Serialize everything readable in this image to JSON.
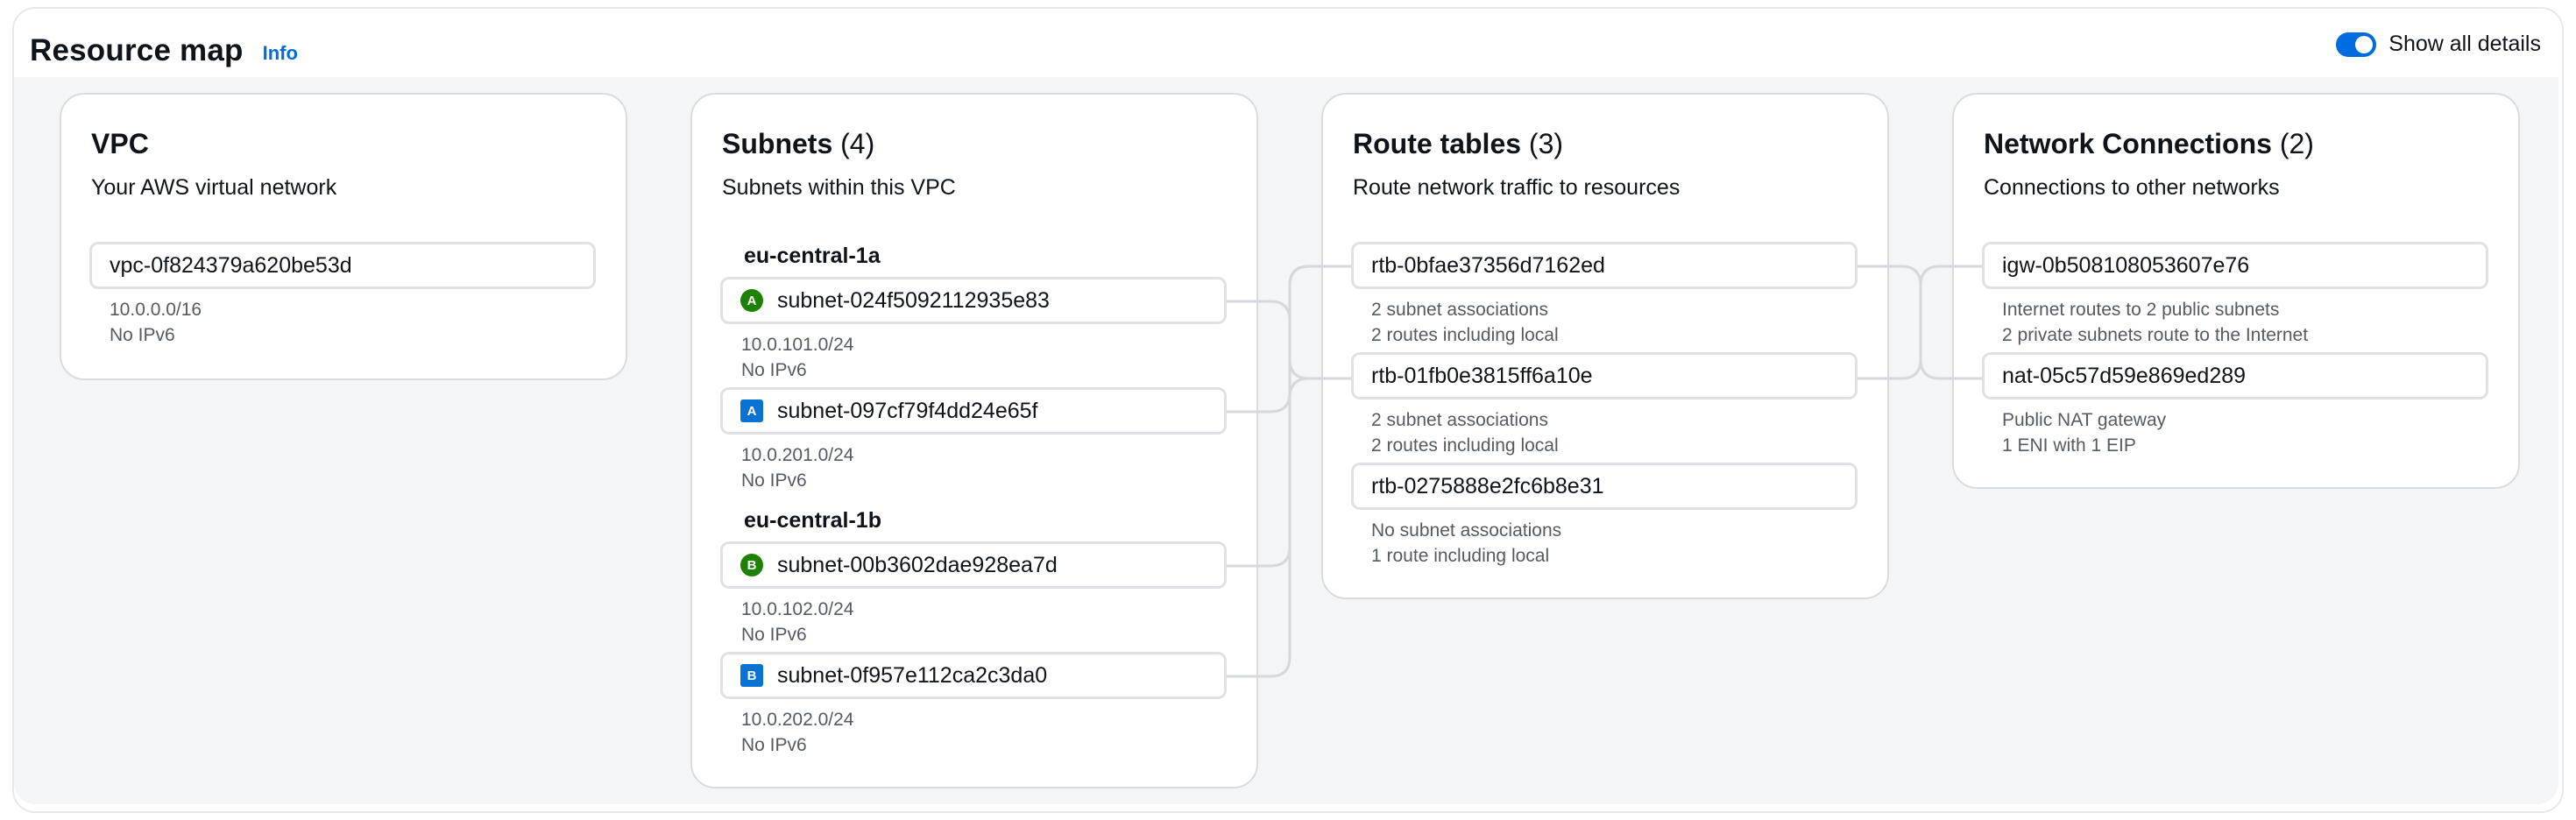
{
  "header": {
    "title": "Resource map",
    "info_link": "Info",
    "toggle_label": "Show all details",
    "toggle_on": true
  },
  "vpc": {
    "title": "VPC",
    "subtitle": "Your AWS virtual network",
    "id": "vpc-0f824379a620be53d",
    "cidr": "10.0.0.0/16",
    "ipv6": "No IPv6"
  },
  "subnets": {
    "title": "Subnets",
    "count": "(4)",
    "subtitle": "Subnets within this VPC",
    "zones": [
      {
        "name": "eu-central-1a",
        "items": [
          {
            "id": "subnet-024f5092112935e83",
            "badge": "A",
            "badge_color": "#1d8102",
            "cidr": "10.0.101.0/24",
            "ipv6": "No IPv6"
          },
          {
            "id": "subnet-097cf79f4dd24e65f",
            "badge": "A",
            "badge_color": "#0972d3",
            "cidr": "10.0.201.0/24",
            "ipv6": "No IPv6"
          }
        ]
      },
      {
        "name": "eu-central-1b",
        "items": [
          {
            "id": "subnet-00b3602dae928ea7d",
            "badge": "B",
            "badge_color": "#1d8102",
            "cidr": "10.0.102.0/24",
            "ipv6": "No IPv6"
          },
          {
            "id": "subnet-0f957e112ca2c3da0",
            "badge": "B",
            "badge_color": "#0972d3",
            "cidr": "10.0.202.0/24",
            "ipv6": "No IPv6"
          }
        ]
      }
    ]
  },
  "route_tables": {
    "title": "Route tables",
    "count": "(3)",
    "subtitle": "Route network traffic to resources",
    "items": [
      {
        "id": "rtb-0bfae37356d7162ed",
        "line1": "2 subnet associations",
        "line2": "2 routes including local"
      },
      {
        "id": "rtb-01fb0e3815ff6a10e",
        "line1": "2 subnet associations",
        "line2": "2 routes including local"
      },
      {
        "id": "rtb-0275888e2fc6b8e31",
        "line1": "No subnet associations",
        "line2": "1 route including local"
      }
    ]
  },
  "network_connections": {
    "title": "Network Connections",
    "count": "(2)",
    "subtitle": "Connections to other networks",
    "items": [
      {
        "id": "igw-0b508108053607e76",
        "line1": "Internet routes to 2 public subnets",
        "line2": "2 private subnets route to the Internet"
      },
      {
        "id": "nat-05c57d59e869ed289",
        "line1": "Public NAT gateway",
        "line2": "1 ENI with 1 EIP"
      }
    ]
  },
  "colors": {
    "accent": "#006ce0",
    "badge_green": "#1d8102",
    "badge_blue": "#0972d3",
    "connector": "#d5d8dc"
  }
}
